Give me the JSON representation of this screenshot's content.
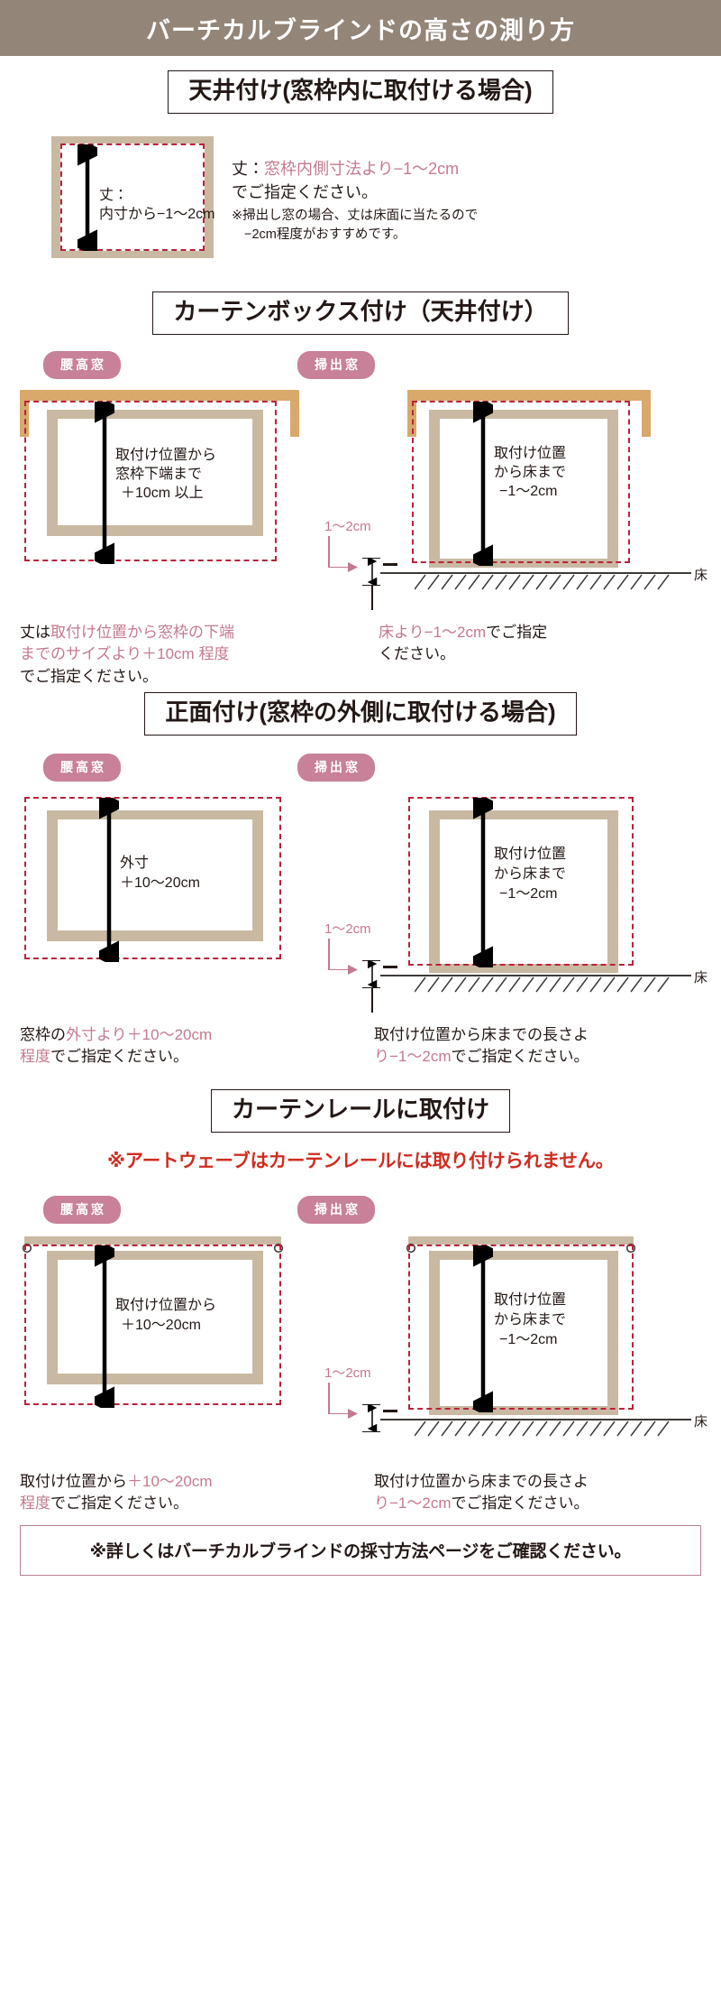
{
  "header": {
    "title": "バーチカルブラインドの高さの測り方"
  },
  "tags": {
    "koshidaka": "腰高窓",
    "hakidashi": "掃出窓"
  },
  "labels": {
    "floor": "床",
    "gap": "1〜2cm"
  },
  "sections": [
    {
      "heading": "天井付け(窓枠内に取付ける場合)",
      "diagram_text": {
        "line1": "丈：",
        "line2": "内寸から−1〜2cm"
      },
      "desc": {
        "lead": "丈：",
        "emph": "窓枠内側寸法より−1〜2cm",
        "tail": "でご指定ください。",
        "note1": "※掃出し窓の場合、丈は床面に当たるので",
        "note2": "−2cm程度がおすすめです。"
      }
    },
    {
      "heading": "カーテンボックス付け（天井付け）",
      "left": {
        "dim_line1": "取付け位置から",
        "dim_line2": "窓枠下端まで",
        "dim_line3": "＋10cm 以上",
        "cap_pre": "丈は",
        "cap_emph1": "取付け位置から窓枠の下端",
        "cap_emph2": "までのサイズより＋10cm 程度",
        "cap_tail": "でご指定ください。"
      },
      "right": {
        "dim_line1": "取付け位置",
        "dim_line2": "から床まで",
        "dim_line3": "−1〜2cm",
        "cap_emph": "床より−1〜2cm",
        "cap_mid": "でご指定",
        "cap_tail": "ください。"
      }
    },
    {
      "heading": "正面付け(窓枠の外側に取付ける場合)",
      "left": {
        "dim_line1": "外寸",
        "dim_line2": "＋10〜20cm",
        "cap_pre": "窓枠の",
        "cap_emph": "外寸より＋10〜20cm",
        "cap_emph2": "程度",
        "cap_tail": "でご指定ください。"
      },
      "right": {
        "dim_line1": "取付け位置",
        "dim_line2": "から床まで",
        "dim_line3": "−1〜2cm",
        "cap_line1": "取付け位置から床までの長さよ",
        "cap_emph": "り−1〜2cm",
        "cap_tail": "でご指定ください。"
      }
    },
    {
      "heading": "カーテンレールに取付け",
      "warning": "※アートウェーブはカーテンレールには取り付けられません。",
      "left": {
        "dim_line1": "取付け位置から",
        "dim_line2": "＋10〜20cm",
        "cap_pre": "取付け位置から",
        "cap_emph": "＋10〜20cm",
        "cap_emph2": "程度",
        "cap_tail": "でご指定ください。"
      },
      "right": {
        "dim_line1": "取付け位置",
        "dim_line2": "から床まで",
        "dim_line3": "−1〜2cm",
        "cap_line1": "取付け位置から床までの長さよ",
        "cap_emph": "り−1〜2cm",
        "cap_tail": "でご指定ください。"
      }
    }
  ],
  "footer": {
    "note": "※詳しくはバーチカルブラインドの採寸方法ページをご確認ください。"
  },
  "colors": {
    "header_bg": "#938577",
    "pink": "#c4798f",
    "pill": "#c98099",
    "frame": "#c9b9a3",
    "box": "#d8a96a",
    "dashed": "#b8233b",
    "red": "#d02b1f"
  }
}
